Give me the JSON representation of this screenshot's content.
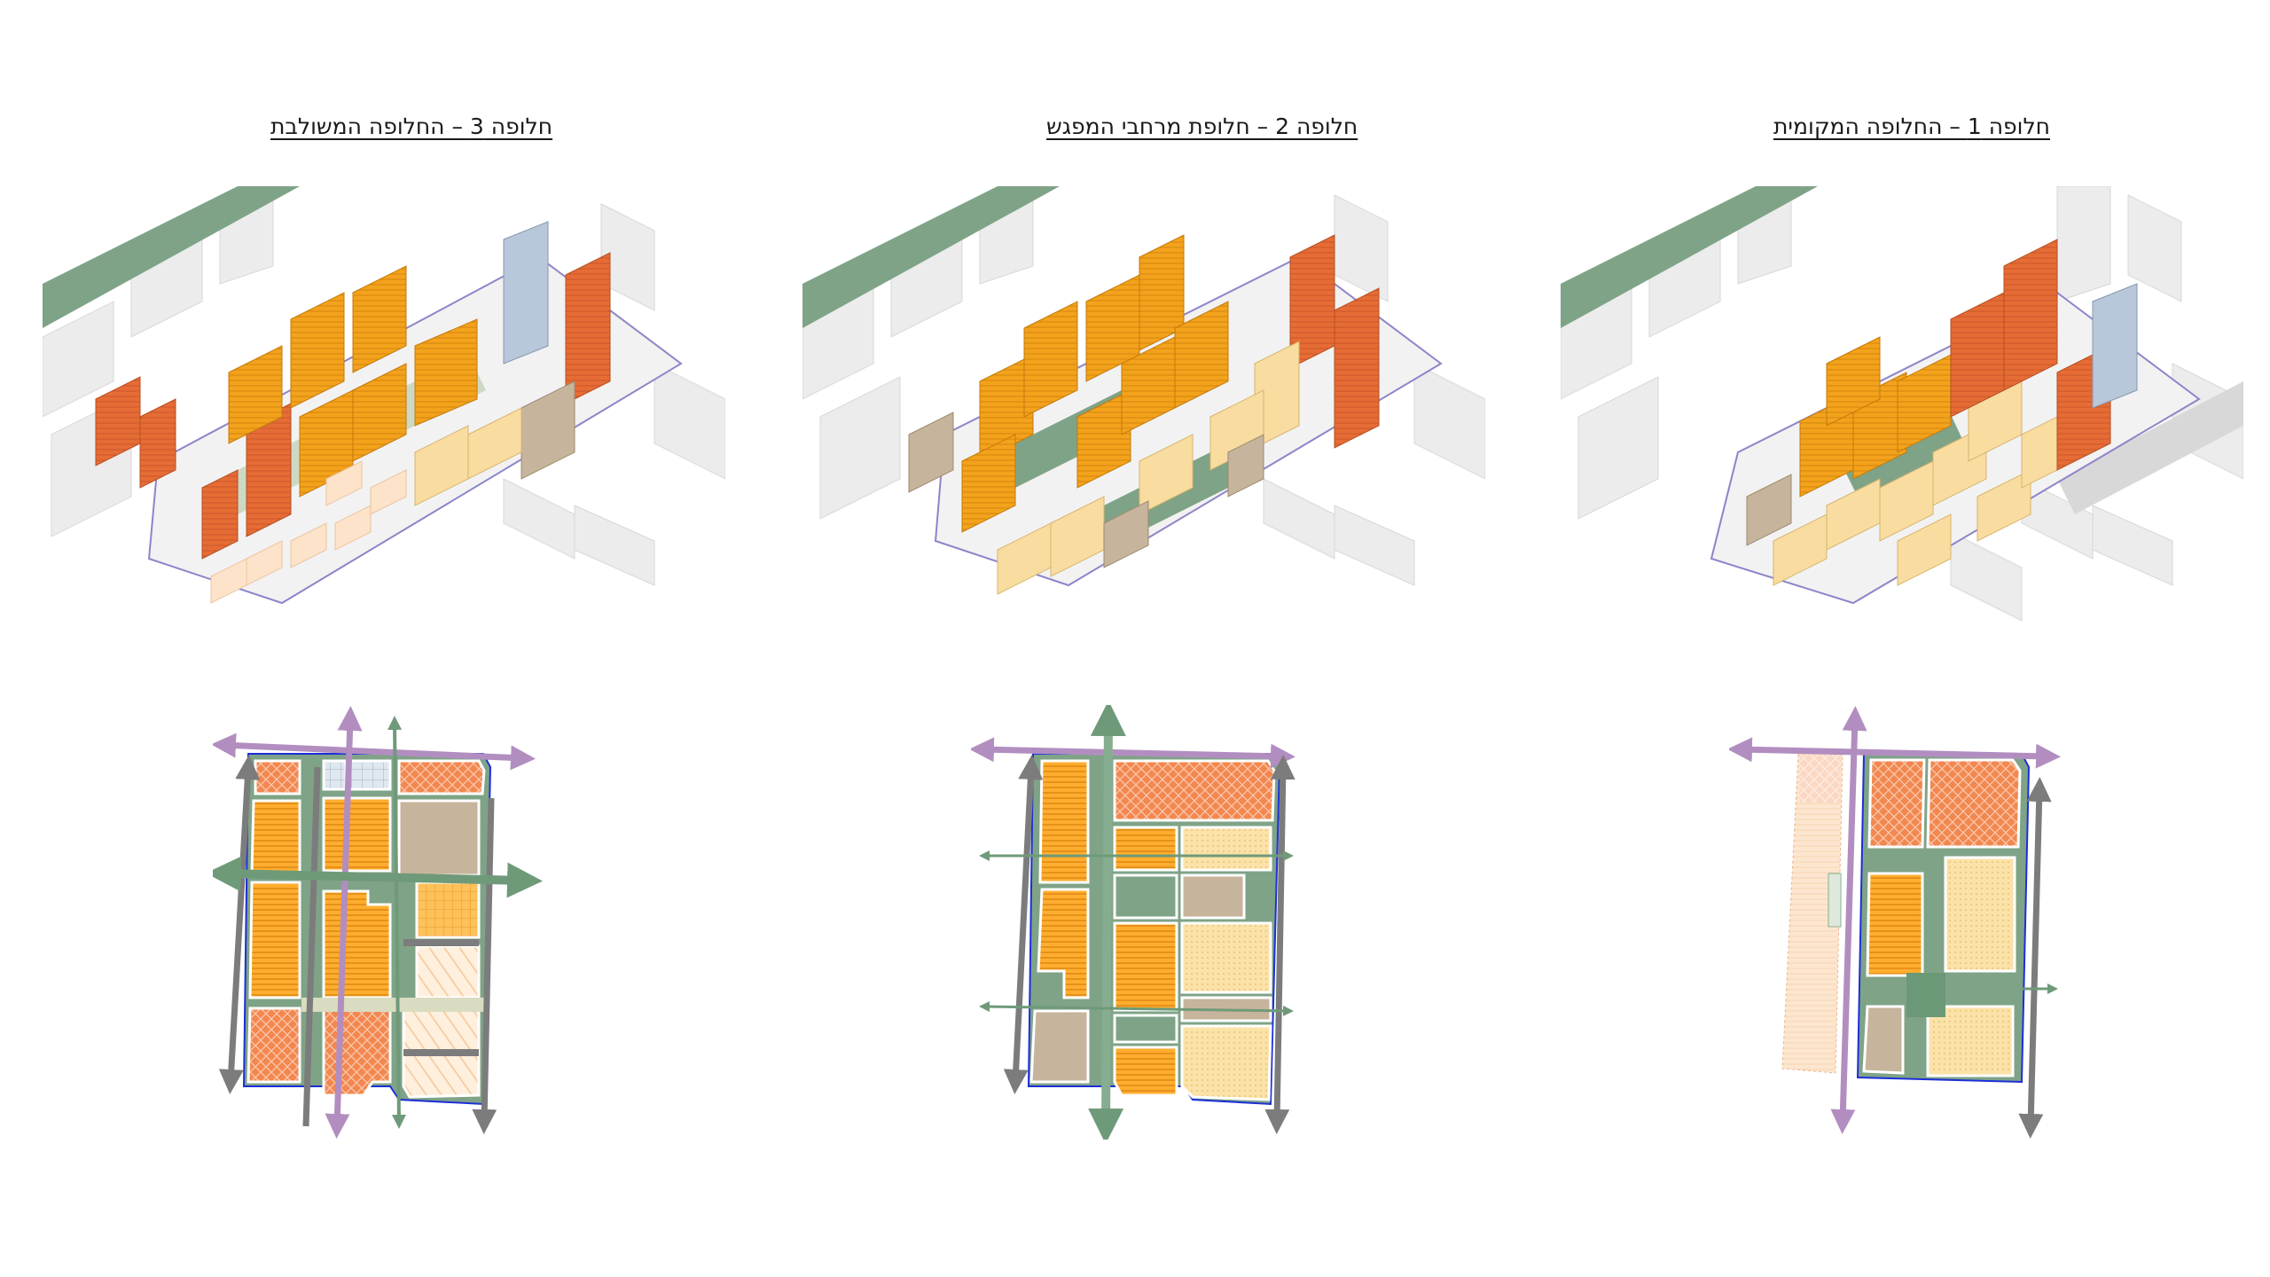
{
  "alternatives": [
    {
      "id": 1,
      "title": "חלופה 1 – החלופה המקומית"
    },
    {
      "id": 2,
      "title": "חלופה 2 – חלופת מרחבי המפגש"
    },
    {
      "id": 3,
      "title": "חלופה 3 – החלופה המשולבת"
    }
  ],
  "colors": {
    "high_rise": "#f07d47",
    "mid_rise": "#ffa51c",
    "low_rise": "#f8dca0",
    "public_building": "#c7b49c",
    "tall_tower_blue": "#b9c7da",
    "open_space": "#7fa387",
    "road_gray": "#7c7c7c",
    "main_axis_purple": "#b28ec0",
    "green_axis": "#86ad8f",
    "plot_outline": "#1c2fd8",
    "context_building": "#e6e6e6"
  }
}
